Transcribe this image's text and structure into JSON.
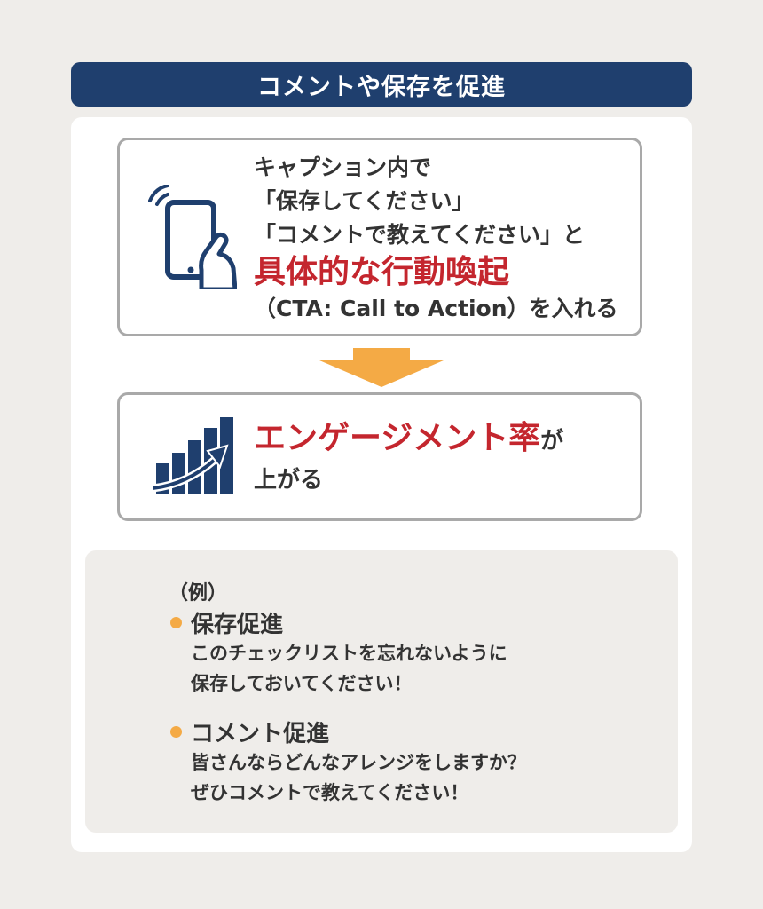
{
  "title": "コメントや保存を促進",
  "cta_box": {
    "line1": "キャプション内で",
    "line2": "「保存してください」",
    "line3": "「コメントで教えてください」と",
    "highlight": "具体的な行動喚起",
    "line5": "（CTA: Call to Action）を入れる"
  },
  "result_box": {
    "highlight": "エンゲージメント率",
    "suffix": "が",
    "line2": "上がる"
  },
  "examples": {
    "label": "（例）",
    "items": [
      {
        "heading": "保存促進",
        "body": [
          "このチェックリストを忘れないように",
          "保存しておいてください！"
        ]
      },
      {
        "heading": "コメント促進",
        "body": [
          "皆さんならどんなアレンジをしますか？",
          "ぜひコメントで教えてください！"
        ]
      }
    ]
  },
  "colors": {
    "navy": "#1f3f6e",
    "accent_red": "#c4262e",
    "arrow_orange": "#f4aa45",
    "border_gray": "#a9a9a9",
    "background": "#efedea"
  },
  "icons": [
    "smartphone-tap-icon",
    "down-arrow-icon",
    "growth-chart-icon"
  ]
}
